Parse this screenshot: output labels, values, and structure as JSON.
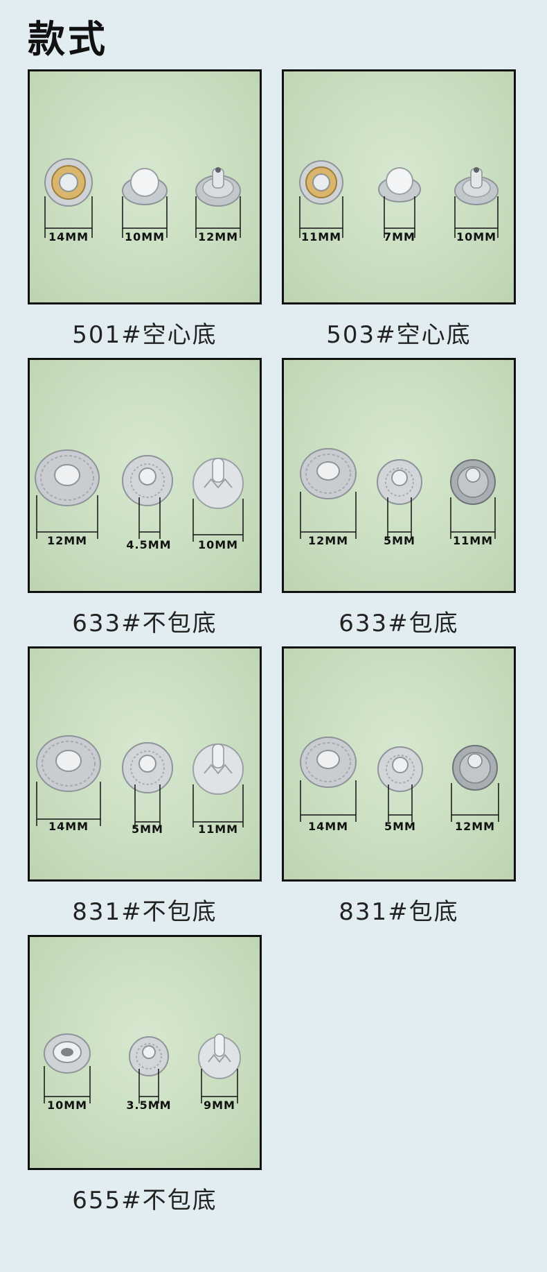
{
  "page": {
    "title": "款式"
  },
  "products": [
    {
      "caption": "501#空心底",
      "parts": [
        {
          "size": "14MM",
          "icon": "socket-ring"
        },
        {
          "size": "10MM",
          "icon": "cap-dome"
        },
        {
          "size": "12MM",
          "icon": "stud-post"
        }
      ]
    },
    {
      "caption": "503#空心底",
      "parts": [
        {
          "size": "11MM",
          "icon": "socket-ring"
        },
        {
          "size": "7MM",
          "icon": "cap-dome"
        },
        {
          "size": "10MM",
          "icon": "stud-post"
        }
      ]
    },
    {
      "caption": "633#不包底",
      "parts": [
        {
          "size": "12MM",
          "icon": "engraved-ring"
        },
        {
          "size": "4.5MM",
          "icon": "stud-base"
        },
        {
          "size": "10MM",
          "icon": "post-flower"
        }
      ]
    },
    {
      "caption": "633#包底",
      "parts": [
        {
          "size": "12MM",
          "icon": "engraved-ring"
        },
        {
          "size": "5MM",
          "icon": "stud-base"
        },
        {
          "size": "11MM",
          "icon": "post-covered"
        }
      ]
    },
    {
      "caption": "831#不包底",
      "parts": [
        {
          "size": "14MM",
          "icon": "engraved-ring"
        },
        {
          "size": "5MM",
          "icon": "stud-base"
        },
        {
          "size": "11MM",
          "icon": "post-flower"
        }
      ]
    },
    {
      "caption": "831#包底",
      "parts": [
        {
          "size": "14MM",
          "icon": "engraved-ring"
        },
        {
          "size": "5MM",
          "icon": "stud-base"
        },
        {
          "size": "12MM",
          "icon": "post-covered"
        }
      ]
    },
    {
      "caption": "655#不包底",
      "parts": [
        {
          "size": "10MM",
          "icon": "socket-ring"
        },
        {
          "size": "3.5MM",
          "icon": "stud-base"
        },
        {
          "size": "9MM",
          "icon": "post-flower"
        }
      ]
    }
  ]
}
